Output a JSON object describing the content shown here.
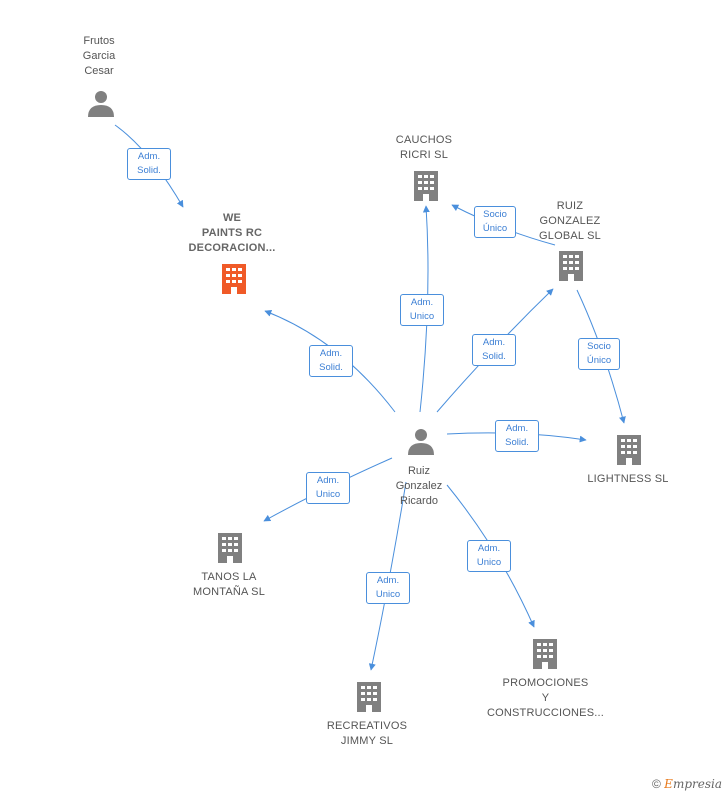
{
  "nodes": {
    "frutos": {
      "label": "Frutos\nGarcia\nCesar",
      "type": "person"
    },
    "we_paints": {
      "label": "WE\nPAINTS RC\nDECORACION...",
      "type": "company-main"
    },
    "cauchos": {
      "label": "CAUCHOS\nRICRI SL",
      "type": "company"
    },
    "ruiz_global": {
      "label": "RUIZ\nGONZALEZ\nGLOBAL SL",
      "type": "company"
    },
    "lightness": {
      "label": "LIGHTNESS SL",
      "type": "company"
    },
    "ruiz_ricardo": {
      "label": "Ruiz\nGonzalez\nRicardo",
      "type": "person"
    },
    "tanos": {
      "label": "TANOS LA\nMONTAÑA SL",
      "type": "company"
    },
    "recreativos": {
      "label": "RECREATIVOS\nJIMMY SL",
      "type": "company"
    },
    "promociones": {
      "label": "PROMOCIONES\nY\nCONSTRUCCIONES...",
      "type": "company"
    }
  },
  "edges": {
    "frutos_we": "Adm.\nSolid.",
    "ricardo_we": "Adm.\nSolid.",
    "ricardo_cauchos": "Adm.\nUnico",
    "global_cauchos": "Socio\nÚnico",
    "ricardo_global": "Adm.\nSolid.",
    "global_lightness": "Socio\nÚnico",
    "ricardo_lightness": "Adm.\nSolid.",
    "ricardo_tanos": "Adm.\nUnico",
    "ricardo_recreativos": "Adm.\nUnico",
    "ricardo_promociones": "Adm.\nUnico"
  },
  "colors": {
    "edge": "#4a8fdc",
    "icon": "#808080",
    "highlight": "#f05a28"
  },
  "footer": {
    "copyright": "©",
    "brand_first": "E",
    "brand_rest": "mpresia"
  }
}
